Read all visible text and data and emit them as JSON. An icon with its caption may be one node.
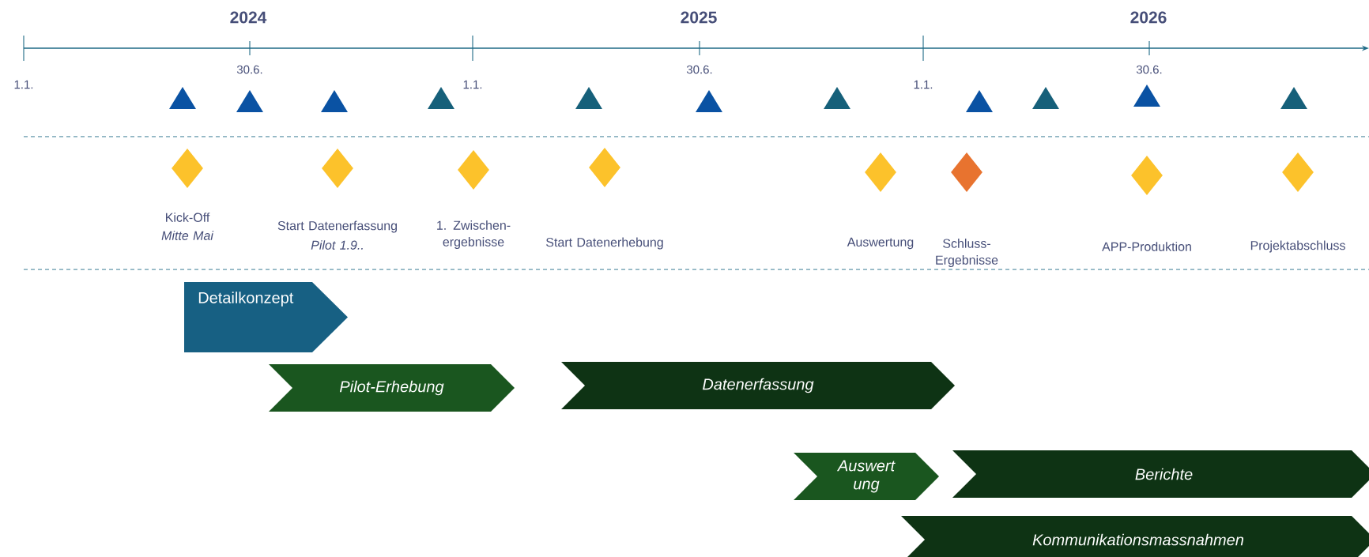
{
  "diagram": {
    "nodes": [
      {
        "text": [
          "Kick-Off",
          "Mitte Mai"
        ]
      },
      {
        "text": [
          "Start Datenerfassung",
          "Pilot 1.9.."
        ]
      },
      {
        "text": [
          "1. Zwischen- ergebnisse"
        ]
      },
      {
        "text": [
          "Start Datenerhebung"
        ]
      },
      {
        "text": [
          "Auswertung"
        ]
      },
      {
        "text": [
          "Schluss- Ergebnisse"
        ]
      },
      {
        "text": [
          "APP-Produktion"
        ]
      },
      {
        "text": [
          "Projektabschluss"
        ]
      },
      {
        "text": [
          "Detailkonzept"
        ]
      },
      {
        "text": [
          "Pilot-Erhebung"
        ]
      },
      {
        "text": [
          "Datenerfassung"
        ]
      },
      {
        "text": [
          "Auswert ung"
        ]
      },
      {
        "text": [
          "Berichte"
        ]
      },
      {
        "text": [
          "Kommunikationsmassnahmen"
        ]
      }
    ],
    "labels": [
      "2024",
      "2025",
      "2026",
      "30.6.",
      "30.6.",
      "30.6.",
      "1.1.",
      "1.1.",
      "1.1."
    ]
  }
}
